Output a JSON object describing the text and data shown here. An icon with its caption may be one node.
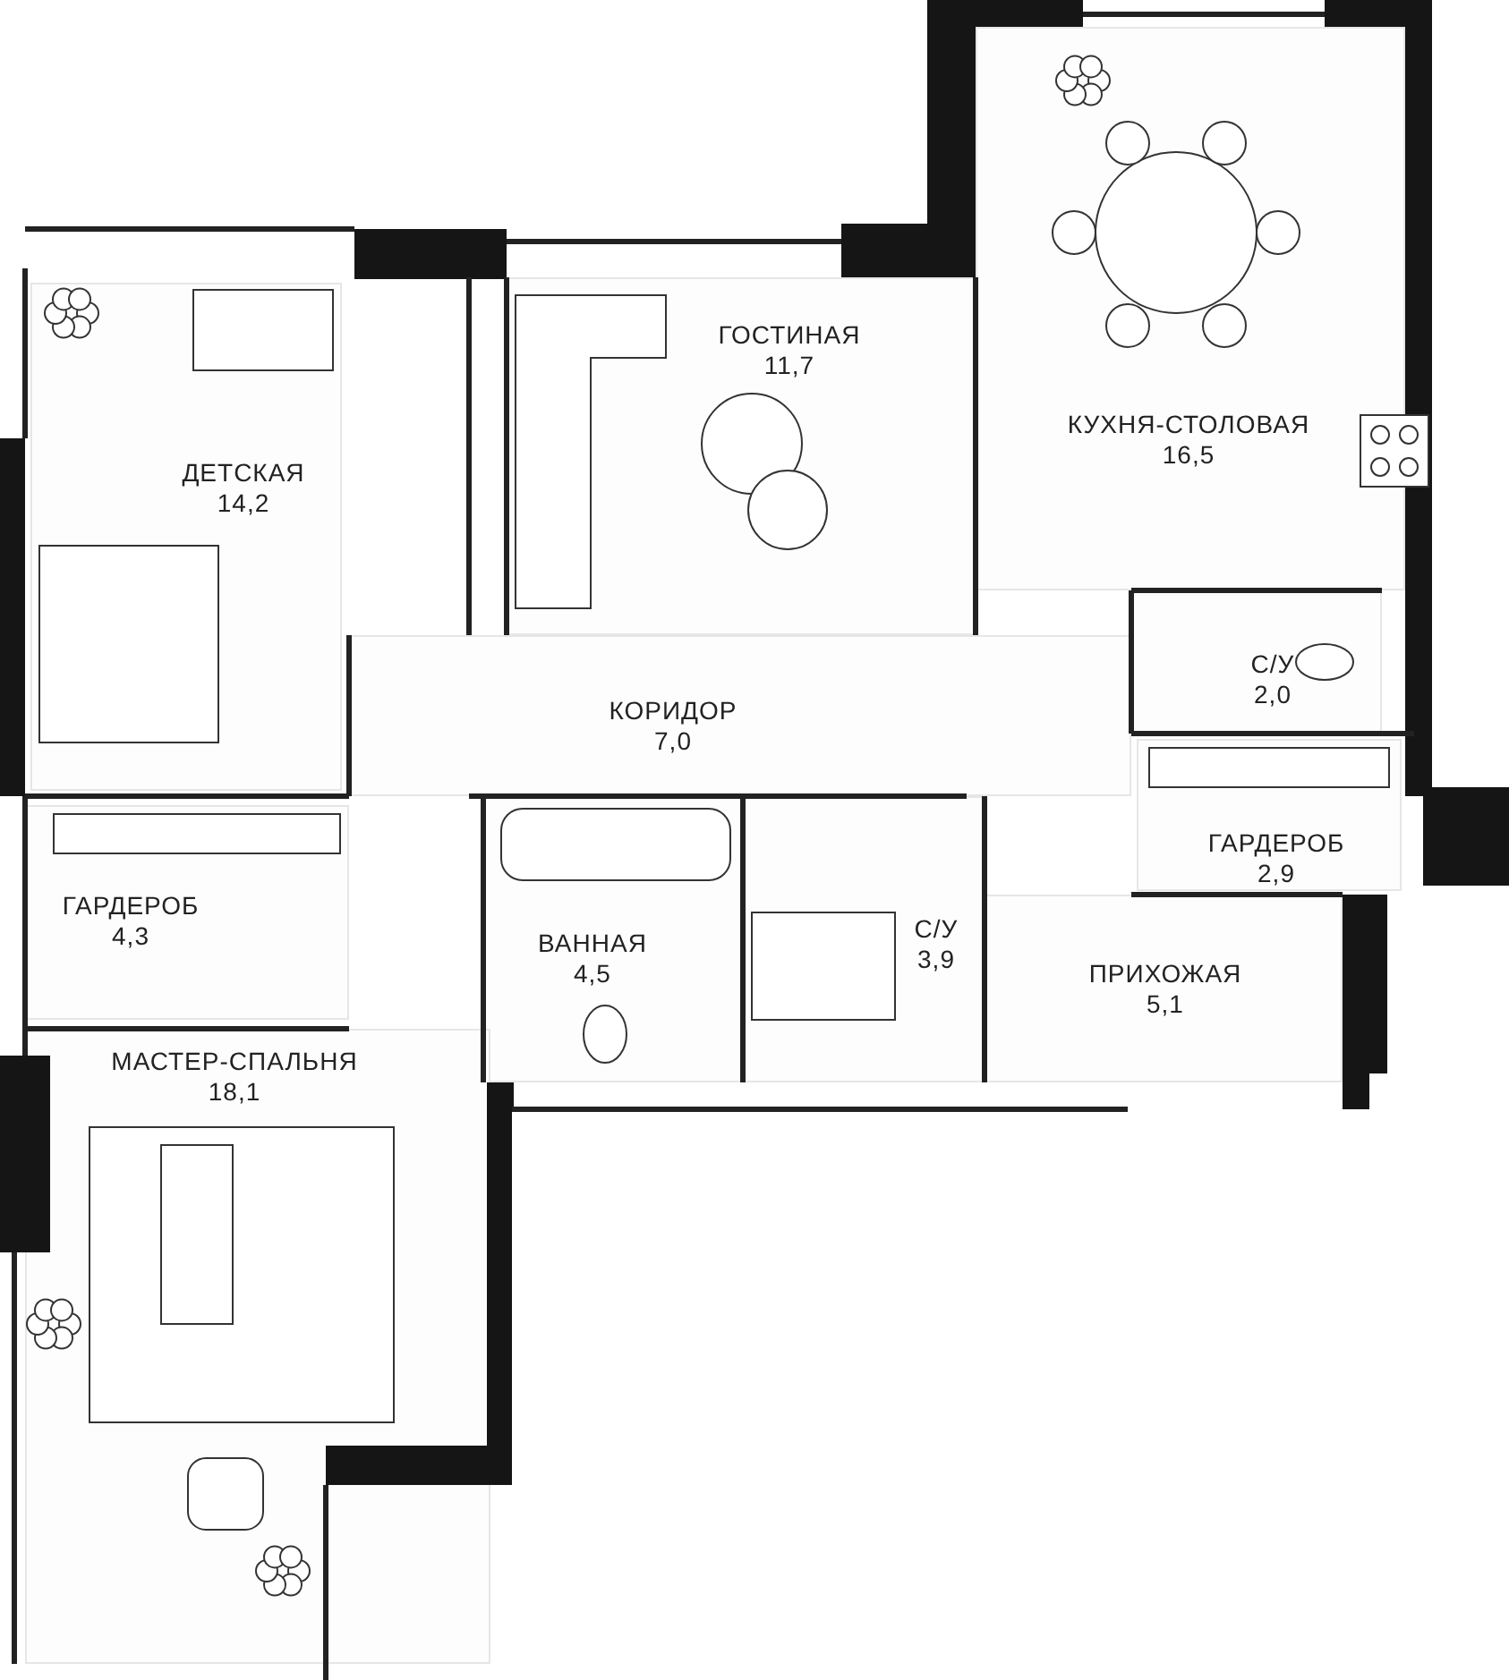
{
  "diagram": {
    "nodes": [
      {
        "text": [
          "КУХНЯ-СТОЛОВАЯ",
          "16,5"
        ]
      },
      {
        "text": [
          "ГОСТИНАЯ",
          "11,7"
        ]
      },
      {
        "text": [
          "ДЕТСКАЯ",
          "14,2"
        ]
      },
      {
        "text": [
          "С/У",
          "2,0"
        ]
      },
      {
        "text": [
          "КОРИДОР",
          "7,0"
        ]
      },
      {
        "text": [
          "ГАРДЕРОБ",
          "2,9"
        ]
      },
      {
        "text": [
          "ГАРДЕРОБ",
          "4,3"
        ]
      },
      {
        "text": [
          "С/У",
          "3,9"
        ]
      },
      {
        "text": [
          "ВАННАЯ",
          "4,5"
        ]
      },
      {
        "text": [
          "ПРИХОЖАЯ",
          "5,1"
        ]
      },
      {
        "text": [
          "МАСТЕР-СПАЛЬНЯ",
          "18,1"
        ]
      }
    ]
  }
}
